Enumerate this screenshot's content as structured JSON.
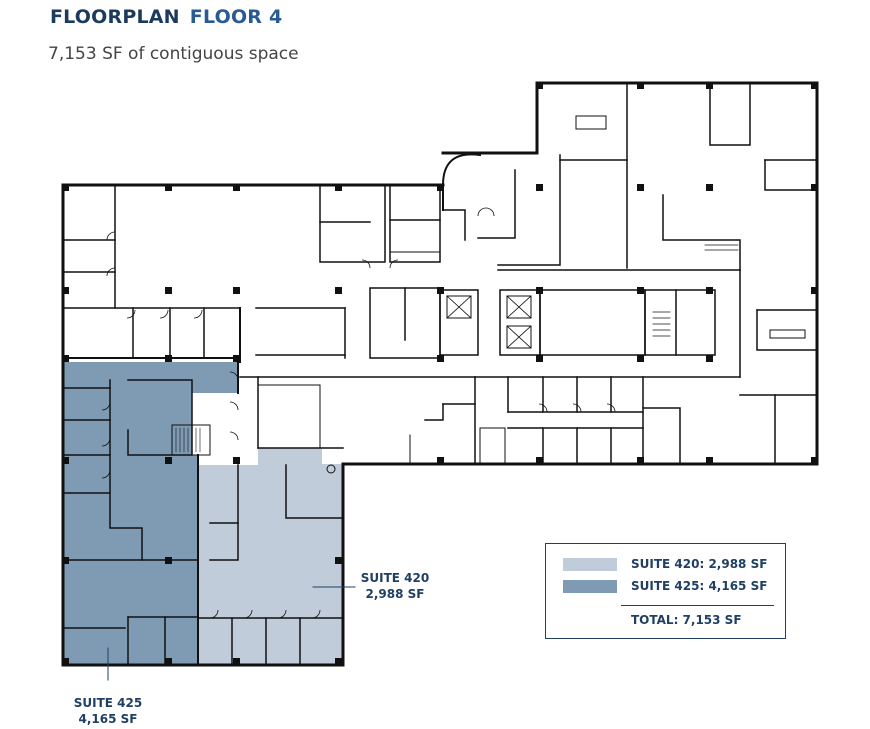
{
  "header": {
    "title": "FLOORPLAN",
    "floor": "FLOOR 4",
    "subtitle": "7,153 SF of contiguous space"
  },
  "colors": {
    "suite_420": "#c0ccd9",
    "suite_425": "#7f9bb4",
    "wall": "#111111",
    "text_primary": "#1f3f63",
    "title_floor": "#2a5a93"
  },
  "suites": [
    {
      "name": "SUITE 420",
      "area": "2,988 SF"
    },
    {
      "name": "SUITE 425",
      "area": "4,165 SF"
    }
  ],
  "legend": {
    "items": [
      {
        "label": "SUITE 420: 2,988 SF",
        "color": "#c0ccd9"
      },
      {
        "label": "SUITE 425: 4,165 SF",
        "color": "#7f9bb4"
      }
    ],
    "total": "TOTAL: 7,153 SF"
  }
}
